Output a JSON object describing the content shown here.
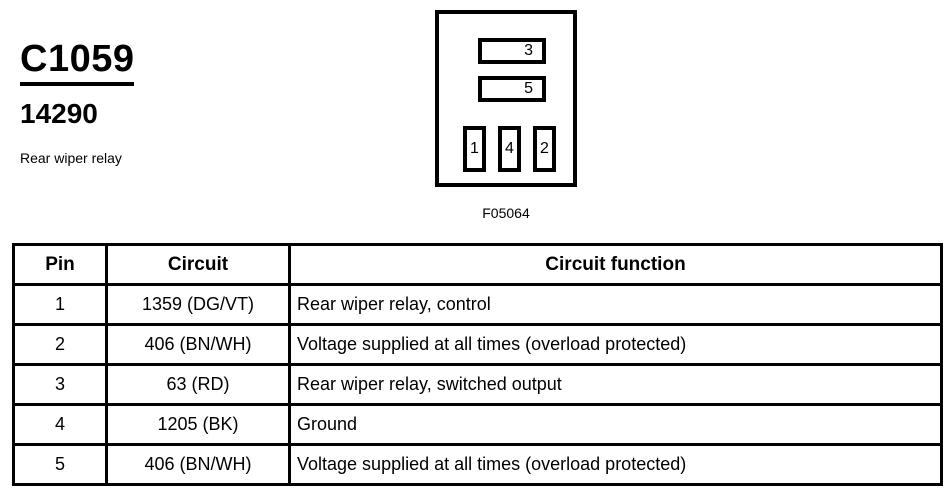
{
  "header": {
    "connector_id": "C1059",
    "part_number": "14290",
    "component_name": "Rear wiper relay"
  },
  "connector_diagram": {
    "code": "F05064",
    "wide_slots": [
      {
        "number": "3"
      },
      {
        "number": "5"
      }
    ],
    "narrow_slots": [
      {
        "number": "1"
      },
      {
        "number": "4"
      },
      {
        "number": "2"
      }
    ]
  },
  "table": {
    "headers": {
      "pin": "Pin",
      "circuit": "Circuit",
      "function": "Circuit function"
    },
    "rows": [
      {
        "pin": "1",
        "circuit": "1359 (DG/VT)",
        "function": "Rear wiper relay, control"
      },
      {
        "pin": "2",
        "circuit": "406 (BN/WH)",
        "function": "Voltage supplied at all times (overload protected)"
      },
      {
        "pin": "3",
        "circuit": "63 (RD)",
        "function": "Rear wiper relay, switched output"
      },
      {
        "pin": "4",
        "circuit": "1205 (BK)",
        "function": "Ground"
      },
      {
        "pin": "5",
        "circuit": "406 (BN/WH)",
        "function": "Voltage supplied at all times (overload protected)"
      }
    ]
  }
}
